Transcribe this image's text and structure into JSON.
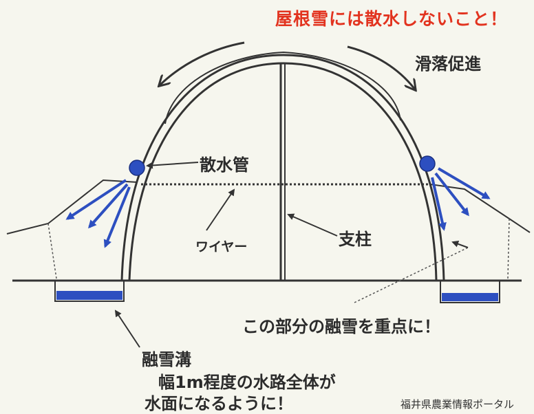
{
  "warning": "屋根雪には散水しないこと！",
  "labels": {
    "slide": "滑落促進",
    "sprinkler_pipe": "散水管",
    "wire": "ワイヤー",
    "post": "支柱",
    "focus": "この部分の融雪を重点に！",
    "trench_title": "融雪溝",
    "trench_line1": "幅1m程度の水路全体が",
    "trench_line2": "水面になるように！"
  },
  "source": "福井県農業情報ポータル",
  "colors": {
    "warning": "#e2331f",
    "water": "#2d4fc0",
    "line": "#333333"
  }
}
